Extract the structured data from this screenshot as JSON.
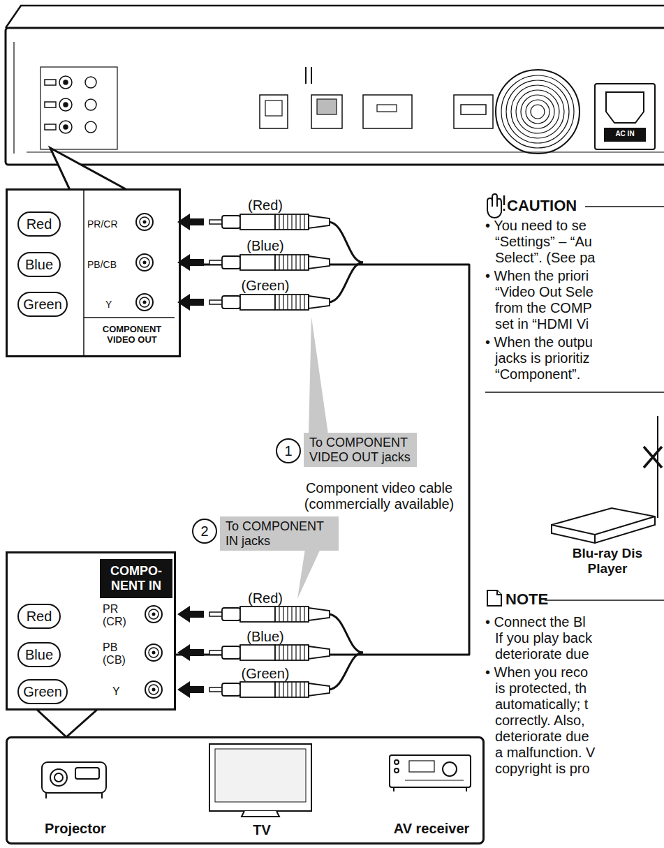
{
  "diagram": {
    "nodes": [
      {
        "text": [
          "PR/CR",
          "PB/CB",
          "Y",
          "COMPONENT VIDEO OUT"
        ]
      },
      {
        "text": [
          "Red"
        ],
        "in": 0
      },
      {
        "text": [
          "Blue"
        ],
        "in": 0
      },
      {
        "text": [
          "Green"
        ],
        "in": 0
      },
      {
        "text": [
          "To COMPONENT VIDEO OUT jacks"
        ]
      },
      {
        "text": [
          "To COMPONENT IN jacks"
        ]
      },
      {
        "text": [
          "COMPO- NENT IN",
          "PR (CR)",
          "PB (CB)",
          "Y"
        ]
      },
      {
        "text": [
          "Red"
        ],
        "in": 6
      },
      {
        "text": [
          "Blue"
        ],
        "in": 6
      },
      {
        "text": [
          "Green"
        ],
        "in": 6
      },
      {
        "text": [
          "Projector",
          "TV",
          "AV receiver"
        ]
      }
    ],
    "edges": [
      {
        "from": 0,
        "to": 6,
        "arrow": "none"
      }
    ],
    "labels": [
      "AC IN",
      "(Red)",
      "(Blue)",
      "(Green)",
      "1",
      "Component video cable (commercially available)",
      "2",
      "(Red)",
      "(Blue)",
      "(Green)",
      "CAUTION",
      "• You need to se",
      "“Settings” – “Au",
      "Select”. (See pa",
      "• When the priori",
      "“Video Out Sele",
      "from the COMP",
      "set in “HDMI Vi",
      "• When the outpu",
      "jacks is prioritiz",
      "“Component”.",
      "Blu-ray Dis Player",
      "NOTE",
      "• Connect the Bl",
      "If you play back",
      "deteriorate due",
      "• When you reco",
      "is protected, th",
      "automatically; t",
      "correctly. Also,",
      "deteriorate due",
      "a malfunction. V",
      "copyright is pro"
    ]
  }
}
